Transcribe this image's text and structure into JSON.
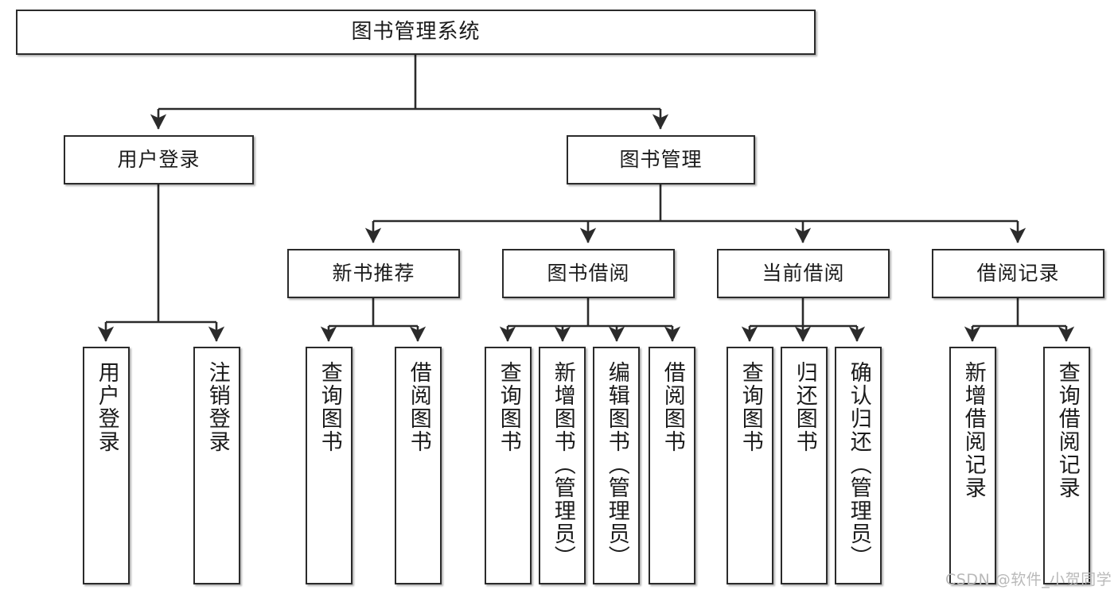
{
  "diagram": {
    "title": "图书管理系统",
    "type": "tree",
    "watermark": "CSDN @软件_小贺同学",
    "style": {
      "box_fill": "#ffffff",
      "box_stroke": "#2b2b2b",
      "edge_color": "#2b2b2b",
      "text_color": "#1b1b1b",
      "watermark_color": "#b9b9b9",
      "background": "#ffffff"
    },
    "levels": {
      "level1": {
        "label": "图书管理系统"
      },
      "level2": [
        {
          "label": "用户登录"
        },
        {
          "label": "图书管理"
        }
      ],
      "level3": [
        {
          "label": "新书推荐"
        },
        {
          "label": "图书借阅"
        },
        {
          "label": "当前借阅"
        },
        {
          "label": "借阅记录"
        }
      ],
      "level4": [
        {
          "label": "用户登录",
          "parent": "用户登录"
        },
        {
          "label": "注销登录",
          "parent": "用户登录"
        },
        {
          "label": "查询图书",
          "parent": "新书推荐"
        },
        {
          "label": "借阅图书",
          "parent": "新书推荐"
        },
        {
          "label": "查询图书",
          "parent": "图书借阅"
        },
        {
          "label": "新增图书（管理员）",
          "parent": "图书借阅"
        },
        {
          "label": "编辑图书（管理员）",
          "parent": "图书借阅"
        },
        {
          "label": "借阅图书",
          "parent": "图书借阅"
        },
        {
          "label": "查询图书",
          "parent": "当前借阅"
        },
        {
          "label": "归还图书",
          "parent": "当前借阅"
        },
        {
          "label": "确认归还（管理员）",
          "parent": "当前借阅"
        },
        {
          "label": "新增借阅记录",
          "parent": "借阅记录"
        },
        {
          "label": "查询借阅记录",
          "parent": "借阅记录"
        }
      ]
    }
  }
}
